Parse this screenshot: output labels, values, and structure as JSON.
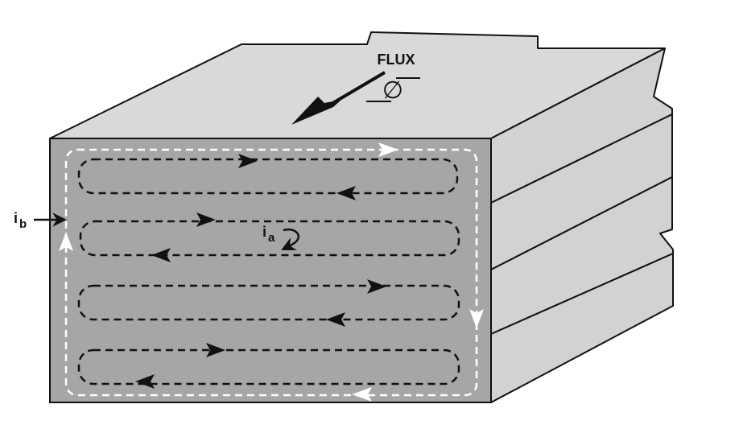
{
  "labels": {
    "flux": "FLUX",
    "phi": "∅",
    "ia_main": "i",
    "ia_sub": "a",
    "ib_main": "i",
    "ib_sub": "b"
  },
  "colors": {
    "top_face": "#d9d9d9",
    "front_face": "#a6a6a6",
    "side_laminations": "#d2d2d2",
    "outline": "#111111",
    "eddy_current_loops": "#111111",
    "bulk_current_loop": "#ffffff"
  }
}
